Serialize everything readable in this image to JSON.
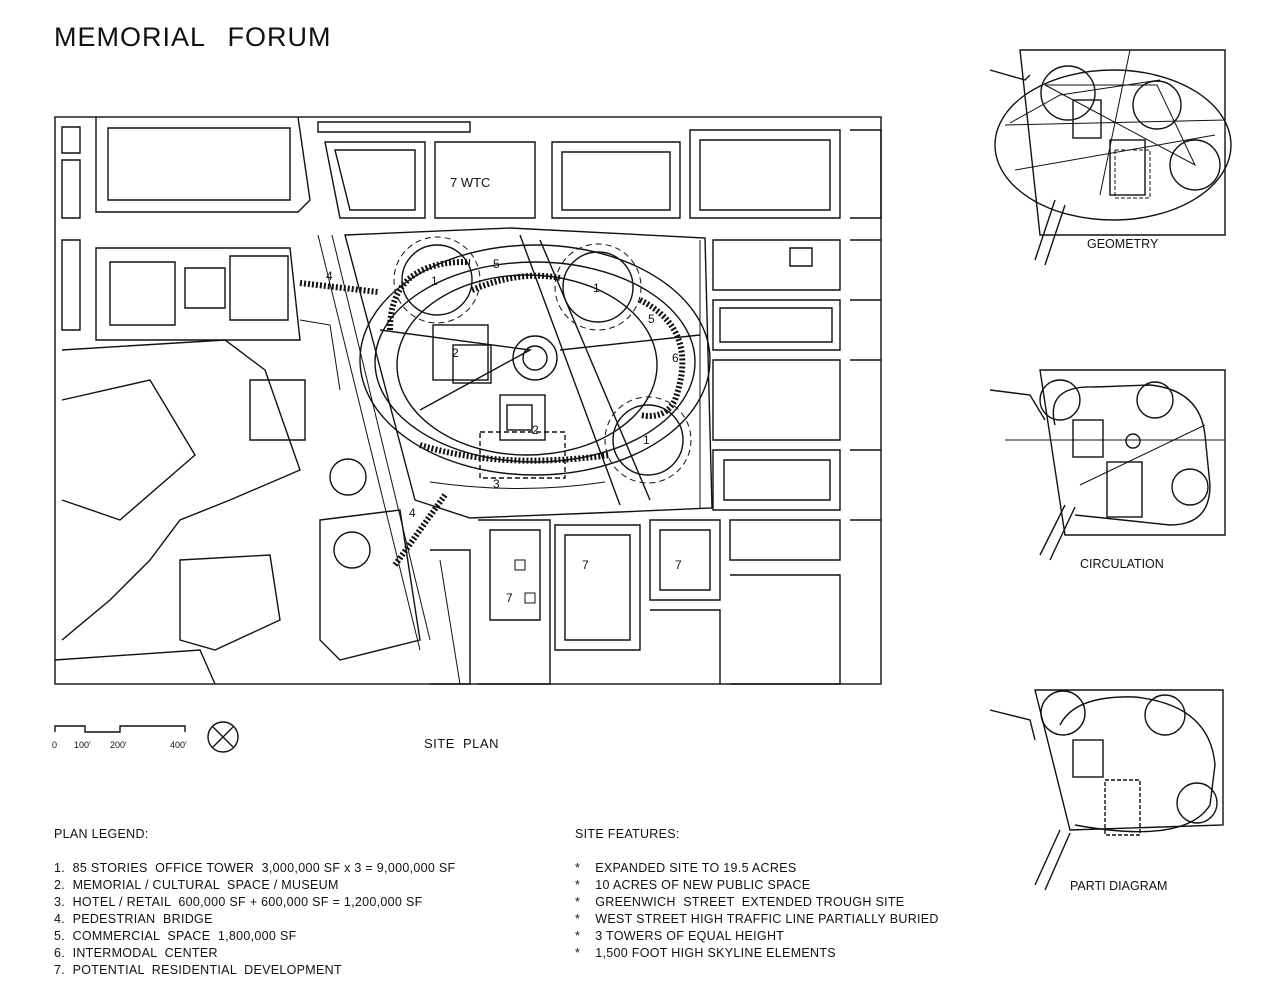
{
  "title": "MEMORIAL   FORUM",
  "site_plan": {
    "caption": "SITE  PLAN",
    "labels": {
      "wtc7": "7 WTC",
      "n1": "1",
      "n2": "2",
      "n3": "3",
      "n4": "4",
      "n5": "5",
      "n6": "6",
      "n7": "7"
    }
  },
  "scale_bar": {
    "ticks": [
      "0",
      "100'",
      "200'",
      "400'"
    ]
  },
  "diagrams": {
    "geometry": "GEOMETRY",
    "circulation": "CIRCULATION",
    "parti": "PARTI  DIAGRAM"
  },
  "plan_legend": {
    "heading": "PLAN  LEGEND:",
    "items": [
      "1.  85 STORIES  OFFICE TOWER  3,000,000 SF x 3 = 9,000,000 SF",
      "2.  MEMORIAL / CULTURAL  SPACE / MUSEUM",
      "3.  HOTEL / RETAIL  600,000 SF + 600,000 SF = 1,200,000 SF",
      "4.  PEDESTRIAN  BRIDGE",
      "5.  COMMERCIAL  SPACE  1,800,000 SF",
      "6.  INTERMODAL  CENTER",
      "7.  POTENTIAL  RESIDENTIAL  DEVELOPMENT"
    ]
  },
  "site_features": {
    "heading": "SITE  FEATURES:",
    "items": [
      "*    EXPANDED SITE TO 19.5 ACRES",
      "*    10 ACRES OF NEW PUBLIC SPACE",
      "*    GREENWICH  STREET  EXTENDED TROUGH SITE",
      "*    WEST STREET HIGH TRAFFIC LINE PARTIALLY BURIED",
      "*    3 TOWERS OF EQUAL HEIGHT",
      "*    1,500 FOOT HIGH SKYLINE ELEMENTS"
    ]
  }
}
